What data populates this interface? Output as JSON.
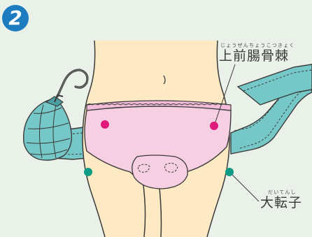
{
  "step_badge": {
    "number": "2"
  },
  "labels": {
    "asis": {
      "ruby": "じょうぜんちょうこつきょく",
      "text": "上前腸骨棘"
    },
    "greater_trochanter": {
      "ruby": "だいてんし",
      "text": "大転子"
    }
  },
  "colors": {
    "background": "#e9f1e8",
    "badge": "#1d7bbf",
    "skin": "#fde9c4",
    "skin_outline": "#3a3a3a",
    "underwear": "#f7cfe3",
    "belt": "#76c7c8",
    "belt_dark": "#4d9fa4",
    "asis_marker": "#e0197d",
    "trochanter_marker": "#119a84"
  }
}
